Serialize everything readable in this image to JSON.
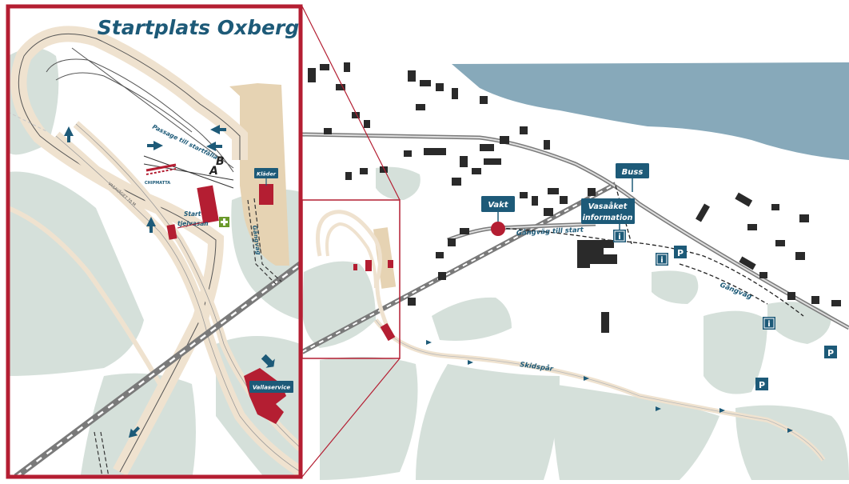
{
  "title": "Startplats Oxberg",
  "colors": {
    "frame": "#b41e32",
    "water": "#87a9ba",
    "forest": "#d5e0da",
    "sign": "#1d5a78",
    "building_main": "#2a2a2a",
    "building_red": "#b41e32",
    "track": "#efe2cf",
    "zone": "#e6d3b3",
    "road": "#7a7a7a"
  },
  "labels": {
    "vakt": "Vakt",
    "buss": "Buss",
    "vasaloppet_info_line1": "Vasaåket",
    "vasaloppet_info_line2": "information",
    "gangvag_till_start": "Gångväg till start",
    "gangvag_east": "Gångväg",
    "skidspar": "Skidspår",
    "klader": "Kläder",
    "vallaservice": "Vallaservice",
    "start_line1": "Start",
    "start_line2": "tjejvasan",
    "passage": "Passage till startfålla",
    "gangvag_inset": "Gångväg",
    "chip_mat": "CHIPMATTA",
    "lane_a": "A",
    "lane_b": "B",
    "road_name": "VASAVÄGET 70 M"
  },
  "icons": {
    "parking": "P",
    "info": "i"
  }
}
